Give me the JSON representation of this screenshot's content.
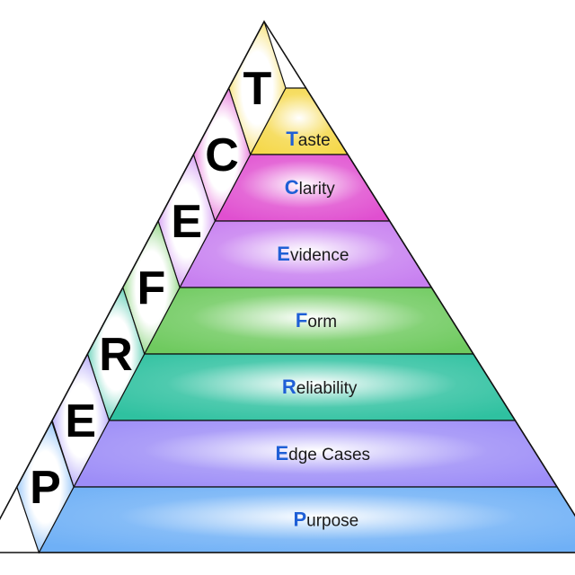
{
  "accent_color": "#1f5fd6",
  "levels": [
    {
      "initial": "T",
      "rest": "aste",
      "letter": "T",
      "color": "#f5d84a"
    },
    {
      "initial": "C",
      "rest": "larity",
      "letter": "C",
      "color": "#e04fd0"
    },
    {
      "initial": "E",
      "rest": "vidence",
      "letter": "E",
      "color": "#c77ff0"
    },
    {
      "initial": "F",
      "rest": "orm",
      "letter": "F",
      "color": "#6fca5f"
    },
    {
      "initial": "R",
      "rest": "eliability",
      "letter": "R",
      "color": "#2fc1a0"
    },
    {
      "initial": "E",
      "rest": "dge Cases",
      "letter": "E",
      "color": "#9d8df7"
    },
    {
      "initial": "P",
      "rest": "urpose",
      "letter": "P",
      "color": "#6fb0f6"
    }
  ]
}
